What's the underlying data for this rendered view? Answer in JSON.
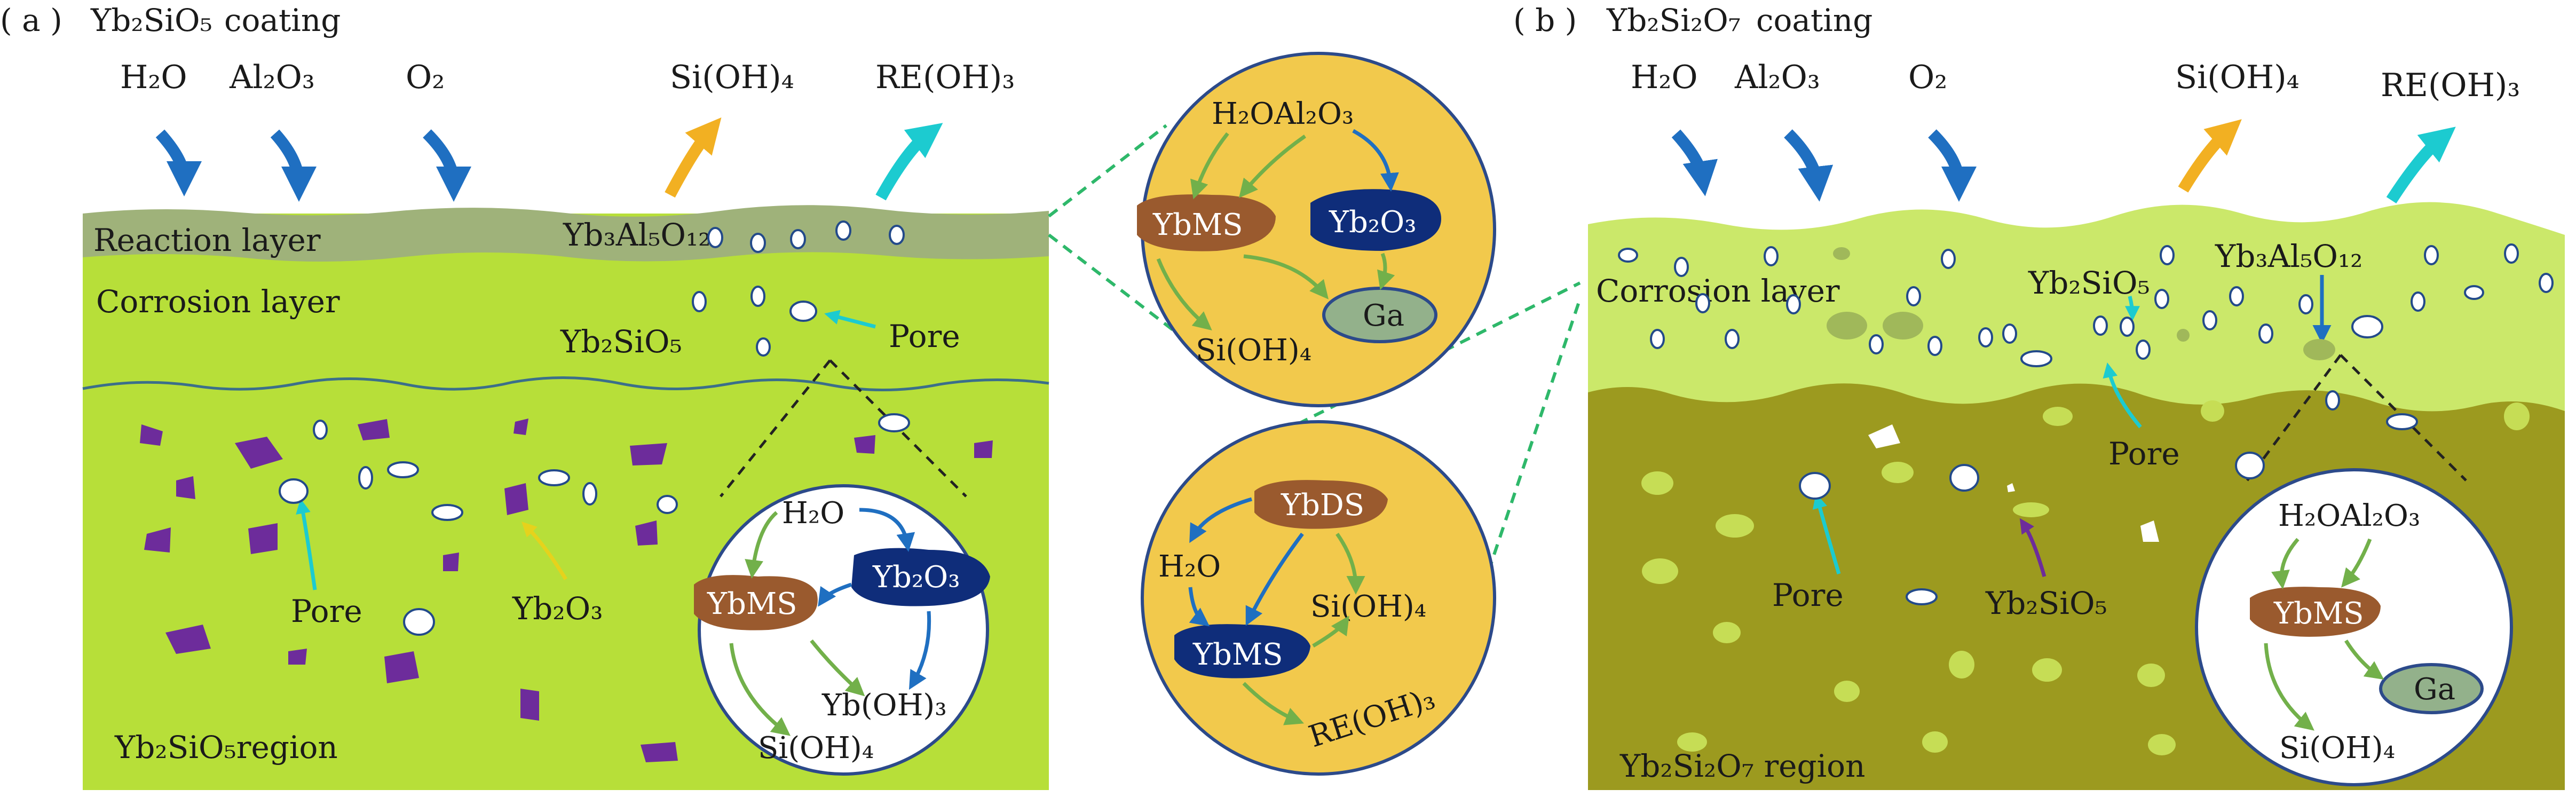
{
  "colors": {
    "lime": "#b7df39",
    "lime_light": "#cbe86a",
    "olive": "#9c9a1f",
    "reaction_layer": "#9fb27a",
    "yellow_circle": "#f2c94c",
    "white_circle": "#ffffff",
    "brown_node": "#9a5a2e",
    "navy_node": "#0f2d7a",
    "gray_green_node": "#93b18b",
    "blue_arrow": "#1f6fc1",
    "orange_arrow": "#f2b022",
    "cyan_arrow": "#1ccbd0",
    "green_arrow": "#72b04a",
    "purple_particle": "#6d2c9b",
    "dashed_line": "#2eb86a"
  },
  "panel_a": {
    "title_prefix": "( a )",
    "title_formula": "Yb₂SiO₅",
    "title_suffix": "coating",
    "inputs": [
      "H₂O",
      "Al₂O₃",
      "O₂"
    ],
    "outputs": [
      "Si(OH)₄",
      "RE(OH)₃"
    ],
    "reaction_layer_label": "Reaction layer",
    "reaction_product": "Yb₃Al₅O₁₂",
    "corrosion_layer_label": "Corrosion layer",
    "corrosion_phase": "Yb₂SiO₅",
    "pore_label_top": "Pore",
    "pore_label_bottom": "Pore",
    "yb2o3_label": "Yb₂O₃",
    "region_label": "Yb₂SiO₅region",
    "inset": {
      "h2o": "H₂O",
      "node1": "YbMS",
      "node2": "Yb₂O₃",
      "product1": "Yb(OH)₃",
      "product2": "Si(OH)₄"
    }
  },
  "middle_insets": {
    "top": {
      "reactants": "H₂OAl₂O₃",
      "node1": "YbMS",
      "node2": "Yb₂O₃",
      "node3": "Ga",
      "product": "Si(OH)₄"
    },
    "bottom": {
      "h2o": "H₂O",
      "node1": "YbDS",
      "node2": "YbMS",
      "product1": "Si(OH)₄",
      "product2": "RE(OH)₃"
    }
  },
  "panel_b": {
    "title_prefix": "( b )",
    "title_formula": "Yb₂Si₂O₇",
    "title_suffix": "coating",
    "inputs": [
      "H₂O",
      "Al₂O₃",
      "O₂"
    ],
    "outputs": [
      "Si(OH)₄",
      "RE(OH)₃"
    ],
    "corrosion_layer_label": "Corrosion layer",
    "phase1": "Yb₂SiO₅",
    "phase2": "Yb₃Al₅O₁₂",
    "pore_label_right": "Pore",
    "pore_label_left": "Pore",
    "ybsio_label": "Yb₂SiO₅",
    "region_label": "Yb₂Si₂O₇ region",
    "inset": {
      "reactants": "H₂OAl₂O₃",
      "node1": "YbMS",
      "node2": "Ga",
      "product": "Si(OH)₄"
    }
  }
}
